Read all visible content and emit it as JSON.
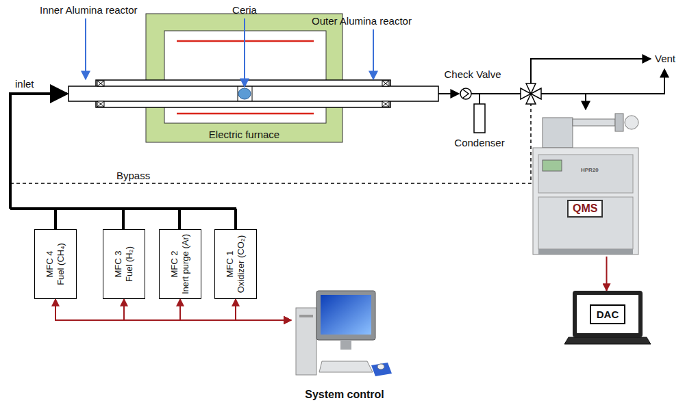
{
  "diagram": {
    "nodes": [
      {
        "text": [
          "Electric furnace"
        ]
      },
      {
        "text": [
          "HPR20",
          "QMS"
        ]
      },
      {
        "text": [
          "MFC 4",
          "Fuel (CH₄)"
        ]
      },
      {
        "text": [
          "MFC 3",
          "Fuel (H₂)"
        ]
      },
      {
        "text": [
          "MFC 2",
          "Inert purge (Ar)"
        ]
      },
      {
        "text": [
          "MFC 1",
          "Oxidizer (CO₂)"
        ]
      },
      {
        "text": [
          "DAC"
        ]
      },
      {
        "text": [
          "System control"
        ]
      }
    ],
    "edges": [
      {
        "from": 2,
        "to": 7,
        "arrow": "both"
      },
      {
        "from": 3,
        "to": 7,
        "arrow": "both"
      },
      {
        "from": 4,
        "to": 7,
        "arrow": "both"
      },
      {
        "from": 5,
        "to": 7,
        "arrow": "both"
      },
      {
        "from": 1,
        "to": 6,
        "arrow": "to"
      }
    ],
    "labels": [
      "Inner Alumina reactor",
      "Ceria",
      "Outer Alumina reactor",
      "inlet",
      "Check Valve",
      "Condenser",
      "Vent",
      "Bypass"
    ]
  }
}
